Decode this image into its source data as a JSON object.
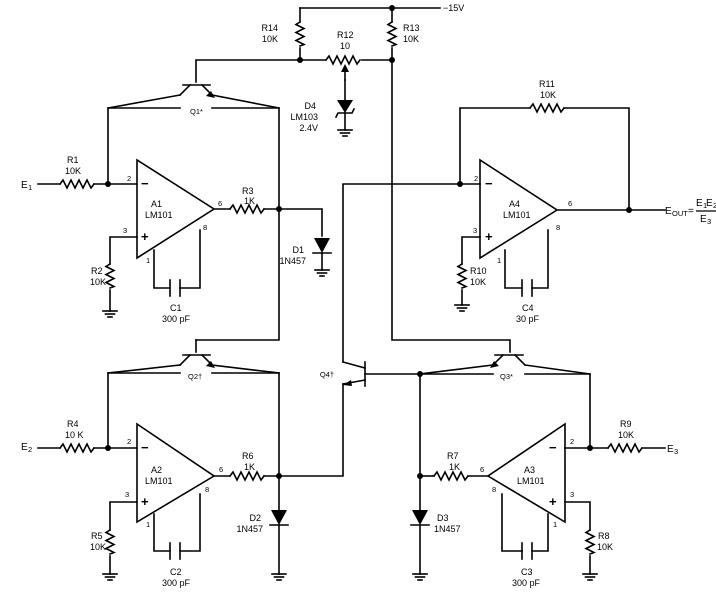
{
  "supply": "−15V",
  "inputs": {
    "e1": "E",
    "e1_sub": "1",
    "e2": "E",
    "e2_sub": "2",
    "e3": "E",
    "e3_sub": "3"
  },
  "output": {
    "label": "E",
    "label_sub": "OUT",
    "eq": "=",
    "num": "E",
    "num_sub1": "1",
    "num_mid": "E",
    "num_sub2": "2",
    "den": "E",
    "den_sub": "3"
  },
  "resistors": {
    "r1": {
      "name": "R1",
      "value": "10K"
    },
    "r2": {
      "name": "R2",
      "value": "10K"
    },
    "r3": {
      "name": "R3",
      "value": "1K"
    },
    "r4": {
      "name": "R4",
      "value": "10 K"
    },
    "r5": {
      "name": "R5",
      "value": "10K"
    },
    "r6": {
      "name": "R6",
      "value": "1K"
    },
    "r7": {
      "name": "R7",
      "value": "1K"
    },
    "r8": {
      "name": "R8",
      "value": "10K"
    },
    "r9": {
      "name": "R9",
      "value": "10K"
    },
    "r10": {
      "name": "R10",
      "value": "10K"
    },
    "r11": {
      "name": "R11",
      "value": "10K"
    },
    "r12": {
      "name": "R12",
      "value": "10"
    },
    "r13": {
      "name": "R13",
      "value": "10K"
    },
    "r14": {
      "name": "R14",
      "value": "10K"
    }
  },
  "capacitors": {
    "c1": {
      "name": "C1",
      "value": "300 pF"
    },
    "c2": {
      "name": "C2",
      "value": "300 pF"
    },
    "c3": {
      "name": "C3",
      "value": "300 pF"
    },
    "c4": {
      "name": "C4",
      "value": "30 pF"
    }
  },
  "diodes": {
    "d1": {
      "name": "D1",
      "value": "1N457"
    },
    "d2": {
      "name": "D2",
      "value": "1N457"
    },
    "d3": {
      "name": "D3",
      "value": "1N457"
    },
    "d4": {
      "name": "D4",
      "value": "LM103",
      "value2": "2.4V"
    }
  },
  "transistors": {
    "q1": "Q1*",
    "q2": "Q2†",
    "q3": "Q3*",
    "q4": "Q4†"
  },
  "opamps": {
    "a1": {
      "name": "A1",
      "part": "LM101"
    },
    "a2": {
      "name": "A2",
      "part": "LM101"
    },
    "a3": {
      "name": "A3",
      "part": "LM101"
    },
    "a4": {
      "name": "A4",
      "part": "LM101"
    }
  },
  "pins": {
    "p1": "1",
    "p2": "2",
    "p3": "3",
    "p6": "6",
    "p8": "8"
  },
  "signs": {
    "minus": "−",
    "plus": "+"
  }
}
